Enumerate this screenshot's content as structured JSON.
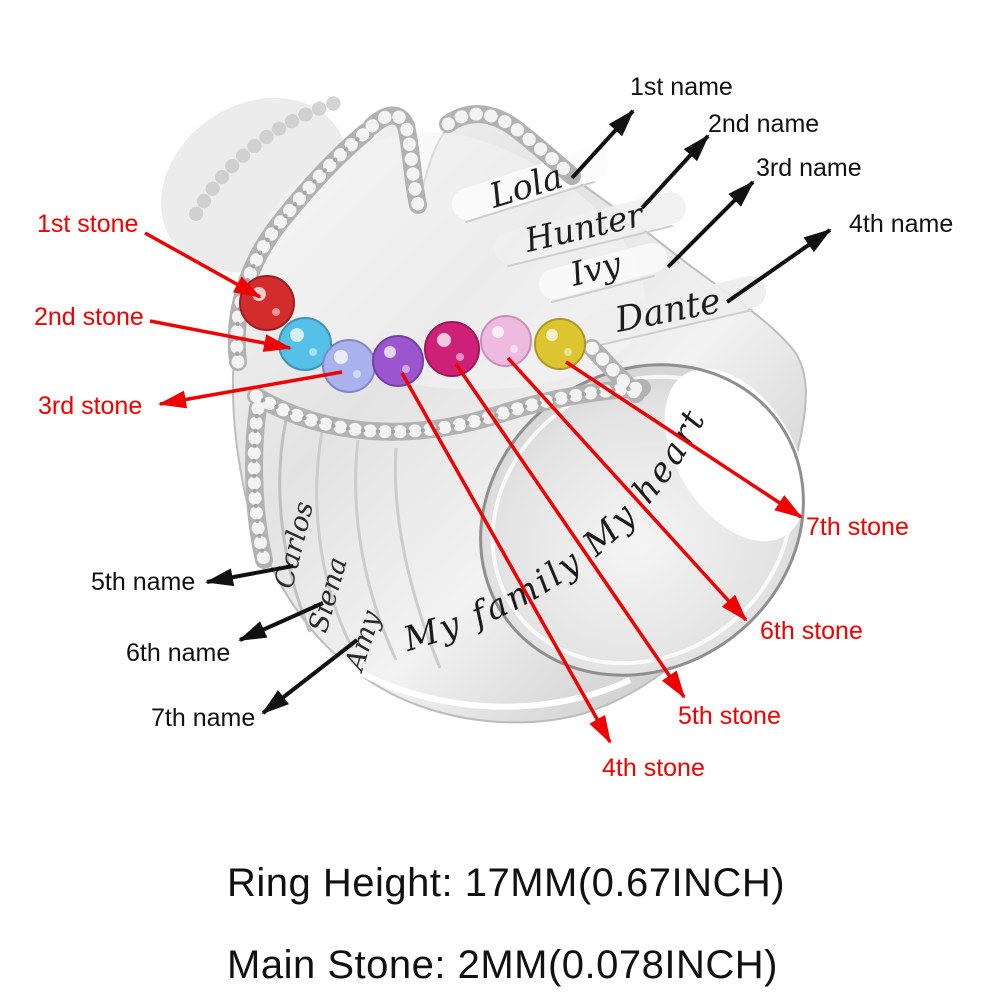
{
  "product": {
    "description": "personalized silver family ring with heart pave border, engraved names and birthstones",
    "engraved_names_top": [
      "Lola",
      "Hunter",
      "Ivy",
      "Dante"
    ],
    "engraved_names_side": [
      "Carlos",
      "Siena",
      "Amy"
    ],
    "inner_engraving": "My family My heart"
  },
  "stones": [
    {
      "order": "1st",
      "color": "#d22c2c"
    },
    {
      "order": "2nd",
      "color": "#55c0e8"
    },
    {
      "order": "3rd",
      "color": "#a9b2ec"
    },
    {
      "order": "4th",
      "color": "#9a55cf"
    },
    {
      "order": "5th",
      "color": "#cf2077"
    },
    {
      "order": "6th",
      "color": "#efbadf"
    },
    {
      "order": "7th",
      "color": "#ddc52f"
    }
  ],
  "labels": {
    "name_labels": [
      "1st name",
      "2nd name",
      "3rd name",
      "4th name",
      "5th name",
      "6th name",
      "7th name"
    ],
    "stone_labels": [
      "1st stone",
      "2nd stone",
      "3rd stone",
      "4th stone",
      "5th stone",
      "6th stone",
      "7th stone"
    ]
  },
  "dimensions": {
    "ring_height": "Ring Height: 17MM(0.67INCH)",
    "main_stone": "Main Stone:  2MM(0.078INCH)"
  },
  "colors": {
    "annotation_red": "#ee0000",
    "annotation_black": "#111111",
    "silver_light": "#f6f6f6",
    "silver_mid": "#d9d9d9",
    "silver_dark": "#a8a8a8",
    "engraving": "#1d1d1d"
  }
}
